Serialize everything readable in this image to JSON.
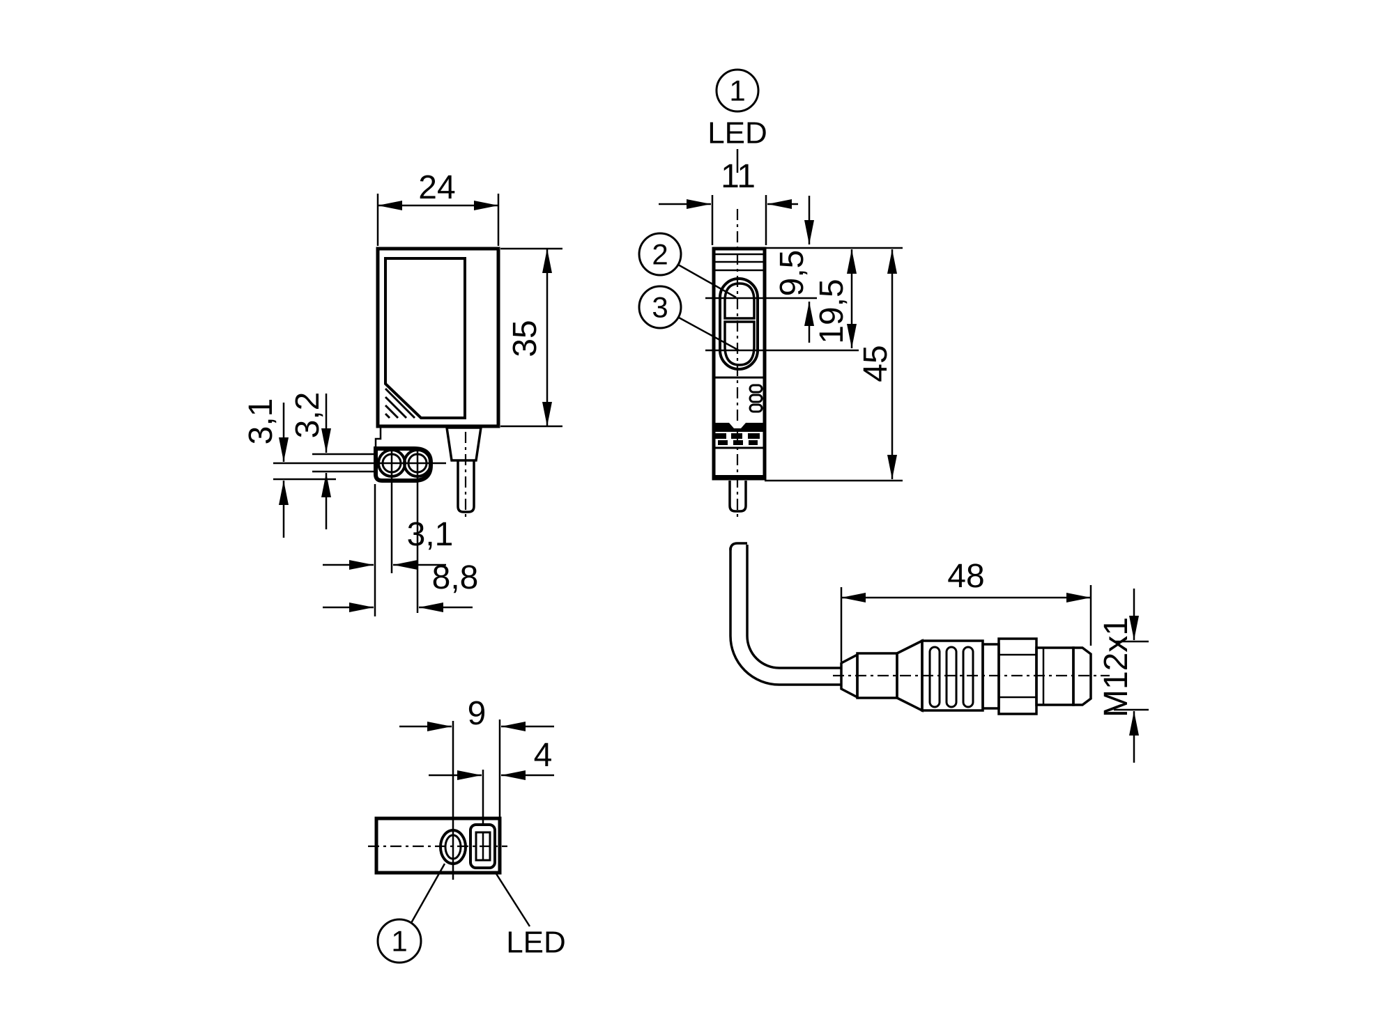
{
  "drawing": {
    "type": "technical-dimension-drawing",
    "units": "mm",
    "line_color": "#000000",
    "background_color": "#ffffff",
    "front_view": {
      "width": "24",
      "height": "35",
      "bracket_dim_a": "3,1",
      "bracket_dim_b": "3,2",
      "hole1_offset": "3,1",
      "hole2_offset": "8,8"
    },
    "side_view": {
      "width": "11",
      "callout_led_ref": "1",
      "led_label": "LED",
      "lens1_offset": "9,5",
      "lens2_offset": "19,5",
      "height": "45",
      "callout_lens1_ref": "2",
      "callout_lens2_ref": "3"
    },
    "connector_view": {
      "connector_length": "48",
      "thread_size": "M12x1"
    },
    "bottom_view": {
      "adjuster_offset": "9",
      "led_offset": "4",
      "callout_adjuster_ref": "1",
      "led_label": "LED"
    }
  }
}
